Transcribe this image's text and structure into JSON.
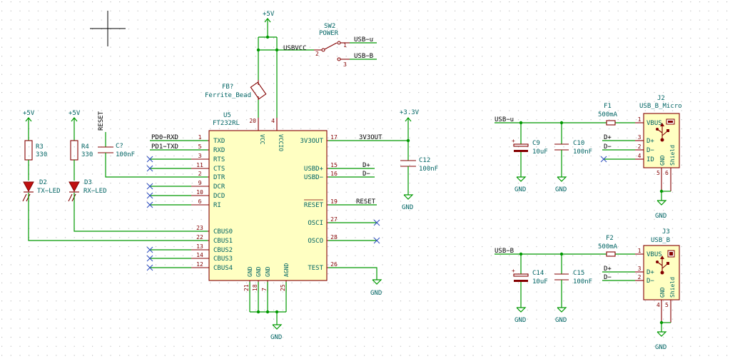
{
  "power_flags": {
    "p5v_top": "+5V",
    "p5v_led1": "+5V",
    "p5v_led2": "+5V",
    "p33v": "+3.3V",
    "gnd": "GND"
  },
  "u5": {
    "ref": "U5",
    "value": "FT232RL",
    "left_pins": [
      {
        "num": "1",
        "name": "TXD"
      },
      {
        "num": "5",
        "name": "RXD"
      },
      {
        "num": "3",
        "name": "RTS"
      },
      {
        "num": "11",
        "name": "CTS"
      },
      {
        "num": "2",
        "name": "DTR"
      },
      {
        "num": "9",
        "name": "DCR"
      },
      {
        "num": "10",
        "name": "DCD"
      },
      {
        "num": "6",
        "name": "RI"
      },
      {
        "num": "23",
        "name": "CBUS0"
      },
      {
        "num": "22",
        "name": "CBUS1"
      },
      {
        "num": "13",
        "name": "CBUS2"
      },
      {
        "num": "14",
        "name": "CBUS3"
      },
      {
        "num": "12",
        "name": "CBUS4"
      }
    ],
    "right_pins": [
      {
        "num": "17",
        "name": "3V3OUT"
      },
      {
        "num": "15",
        "name": "USBD+"
      },
      {
        "num": "16",
        "name": "USBD−"
      },
      {
        "num": "19",
        "name": "RESET"
      },
      {
        "num": "27",
        "name": "OSCI"
      },
      {
        "num": "28",
        "name": "OSCO"
      },
      {
        "num": "26",
        "name": "TEST"
      }
    ],
    "top_pins": [
      {
        "num": "20",
        "name": "VCC"
      },
      {
        "num": "4",
        "name": "VCCIO"
      }
    ],
    "bottom_pins": [
      {
        "num": "21",
        "name": "GND"
      },
      {
        "num": "18",
        "name": "GND"
      },
      {
        "num": "7",
        "name": "GND"
      },
      {
        "num": "25",
        "name": "AGND"
      }
    ]
  },
  "net_labels": {
    "pd0_rxd": "PD0−RXD",
    "pd1_txd": "PD1−TXD",
    "reset_vertical": "RESET",
    "usbvcc": "USBVCC",
    "v3v3out": "3V3OUT",
    "dplus_u5": "D+",
    "dminus_u5": "D−",
    "reset_right": "RESET",
    "usb_u_sw": "USB−u",
    "usb_b_sw": "USB−B",
    "usb_u_j2": "USB−u",
    "usb_b_j3": "USB−B",
    "dplus_j2": "D+",
    "dminus_j2": "D−",
    "dplus_j3": "D+",
    "dminus_j3": "D−"
  },
  "components": {
    "r3": {
      "ref": "R3",
      "value": "330"
    },
    "r4": {
      "ref": "R4",
      "value": "330"
    },
    "c_reset": {
      "ref": "C?",
      "value": "100nF"
    },
    "d2": {
      "ref": "D2",
      "value": "TX−LED"
    },
    "d3": {
      "ref": "D3",
      "value": "RX−LED"
    },
    "fb": {
      "ref": "FB?",
      "value": "Ferrite_Bead"
    },
    "sw2": {
      "ref": "SW2",
      "value": "POWER",
      "pins": [
        "1",
        "2",
        "3"
      ]
    },
    "c12": {
      "ref": "C12",
      "value": "100nF"
    },
    "c9": {
      "ref": "C9",
      "value": "10uF"
    },
    "c10": {
      "ref": "C10",
      "value": "100nF"
    },
    "c14": {
      "ref": "C14",
      "value": "10uF"
    },
    "c15": {
      "ref": "C15",
      "value": "100nF"
    },
    "f1": {
      "ref": "F1",
      "value": "500mA"
    },
    "f2": {
      "ref": "F2",
      "value": "500mA"
    },
    "j2": {
      "ref": "J2",
      "value": "USB_B_Micro",
      "pins": [
        {
          "num": "1",
          "name": "VBUS"
        },
        {
          "num": "3",
          "name": "D+"
        },
        {
          "num": "2",
          "name": "D−"
        },
        {
          "num": "4",
          "name": "ID"
        }
      ],
      "bottom_pins": [
        {
          "num": "5",
          "name": "GND"
        },
        {
          "num": "6",
          "name": "Shield"
        }
      ]
    },
    "j3": {
      "ref": "J3",
      "value": "USB_B",
      "pins": [
        {
          "num": "1",
          "name": "VBUS"
        },
        {
          "num": "3",
          "name": "D+"
        },
        {
          "num": "2",
          "name": "D−"
        }
      ],
      "bottom_pins": [
        {
          "num": "4",
          "name": "GND"
        },
        {
          "num": "5",
          "name": "Shield"
        }
      ]
    }
  },
  "colors": {
    "wire": "#009900",
    "part_outline": "#840000",
    "part_fill": "#ffffc2",
    "text_ref": "#006464",
    "no_connect": "#3050c0",
    "grid_dot": "#b4b4b4"
  }
}
